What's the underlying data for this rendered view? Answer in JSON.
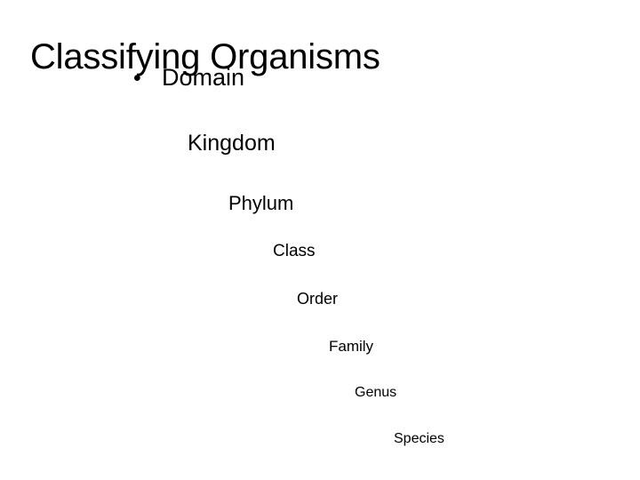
{
  "slide": {
    "title": "Classifying Organisms",
    "background_color": "#ffffff",
    "text_color": "#000000",
    "bullet_glyph": "•",
    "ranks": [
      {
        "label": "Domain",
        "bulleted": true
      },
      {
        "label": "Kingdom",
        "bulleted": false
      },
      {
        "label": "Phylum",
        "bulleted": false
      },
      {
        "label": "Class",
        "bulleted": false
      },
      {
        "label": "Order",
        "bulleted": false
      },
      {
        "label": "Family",
        "bulleted": false
      },
      {
        "label": "Genus",
        "bulleted": false
      },
      {
        "label": "Species",
        "bulleted": false
      }
    ]
  }
}
